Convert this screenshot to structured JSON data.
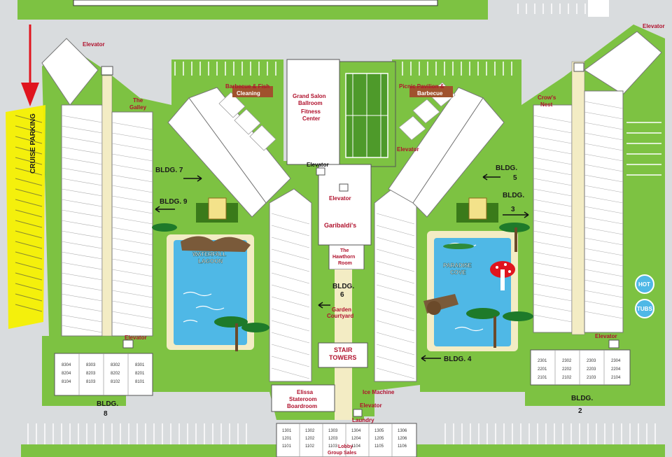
{
  "map": {
    "cruise_parking": "CRUISE PARKING",
    "elevator": "Elevator",
    "the_galley": [
      "The",
      "Galley"
    ],
    "crows_nest": [
      "Crow's",
      "Nest"
    ],
    "barbecue_fish": [
      "Barbecue & Fish",
      "Cleaning"
    ],
    "picnic_pavilion": [
      "Picnic Pavilion &",
      "Barbecue"
    ],
    "grand_salon": [
      "Grand Salon",
      "Ballroom"
    ],
    "fitness": [
      "Fitness",
      "Center"
    ],
    "garibaldis": "Garibaldi's",
    "hawthorn": [
      "The",
      "Hawthorn",
      "Room"
    ],
    "garden_courtyard": [
      "Garden",
      "Courtyard"
    ],
    "stair_towers": [
      "STAIR",
      "TOWERS"
    ],
    "elissa": [
      "Elissa",
      "Stateroom",
      "Boardroom"
    ],
    "ice_machine": "Ice Machine",
    "laundry": "Laundry",
    "lobby": [
      "Lobby",
      "Group Sales"
    ],
    "waterfall_lagoon": [
      "WATERFALL",
      "LAGOON"
    ],
    "paradise_cove": [
      "PARADISE",
      "COVE"
    ],
    "hot": "HOT",
    "tubs": "TUBS",
    "bldg7": "BLDG. 7",
    "bldg9": "BLDG. 9",
    "bldg6": [
      "BLDG.",
      "6"
    ],
    "bldg5": "BLDG.",
    "bldg5_num": "5",
    "bldg3": [
      "BLDG.",
      "3"
    ],
    "bldg4": "BLDG. 4",
    "bldg8": [
      "BLDG.",
      "8"
    ],
    "bldg2": [
      "BLDG.",
      "2"
    ],
    "bldg8_rooms": [
      [
        "8304",
        "8303",
        "8302",
        "8301"
      ],
      [
        "8204",
        "8203",
        "8202",
        "8201"
      ],
      [
        "8104",
        "8103",
        "8102",
        "8101"
      ]
    ],
    "bldg2_rooms": [
      [
        "2301",
        "2302",
        "2303",
        "2304"
      ],
      [
        "2201",
        "2202",
        "2203",
        "2204"
      ],
      [
        "2101",
        "2102",
        "2103",
        "2104"
      ]
    ],
    "bldg1_rooms": [
      [
        "1301",
        "1302",
        "1303",
        "1304",
        "1305",
        "1306"
      ],
      [
        "1201",
        "1202",
        "1203",
        "1204",
        "1205",
        "1206"
      ],
      [
        "1101",
        "1102",
        "1103",
        "1104",
        "1105",
        "1106"
      ]
    ],
    "colors": {
      "grass": "#7dc242",
      "grass_dark": "#4e9a2a",
      "building": "#ffffff",
      "walkway": "#f3ecc4",
      "water": "#4fb8e6",
      "label_red": "#b0122d",
      "highlight": "#f6f000",
      "arrow_red": "#e0141e",
      "parking": "#d9dcde"
    }
  }
}
